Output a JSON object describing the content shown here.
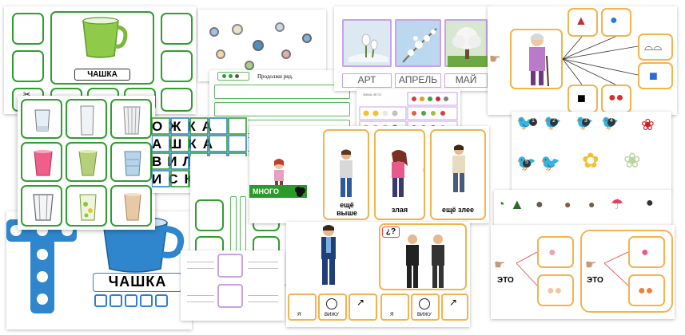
{
  "cup_card": {
    "word": "ЧАШКА"
  },
  "big_cup_card": {
    "word": "ЧАШКА"
  },
  "letters_card": {
    "rows": [
      "ЛОЖКА",
      "ЧАШКА",
      "ВИЛКА",
      "МИСКА"
    ],
    "visible_rows": [
      "ОЖКА",
      "АШКА",
      "ВИЛКА",
      "ИСКА"
    ]
  },
  "pattern_card": {
    "title": "Продолжи ряд."
  },
  "seasons_card": {
    "labels": [
      "АРТ",
      "АПРЕЛЬ",
      "МАЙ"
    ]
  },
  "compare_card": {
    "many_label": "МНОГО",
    "labels": [
      "ещё\nвыше",
      "злая",
      "ещё злее"
    ]
  },
  "speech_card": {
    "question": "¿?",
    "row1": [
      "Я",
      "ВИЖУ"
    ],
    "row2": [
      "Я",
      "ВИЖУ"
    ]
  },
  "eto_card": {
    "labels": [
      "ЭТО",
      "ЭТО"
    ]
  },
  "birds_card": {
    "numbers": [
      "1",
      "2",
      "3",
      "4",
      "5"
    ]
  },
  "small_table_card": {
    "header": "ЗИМА ЛЕТО"
  },
  "colors": {
    "green": "#2f9e2f",
    "orange": "#f3b34d",
    "blue": "#2b7fd8",
    "purple": "#c8a2e8",
    "cup_blue": "#2f86cc"
  }
}
